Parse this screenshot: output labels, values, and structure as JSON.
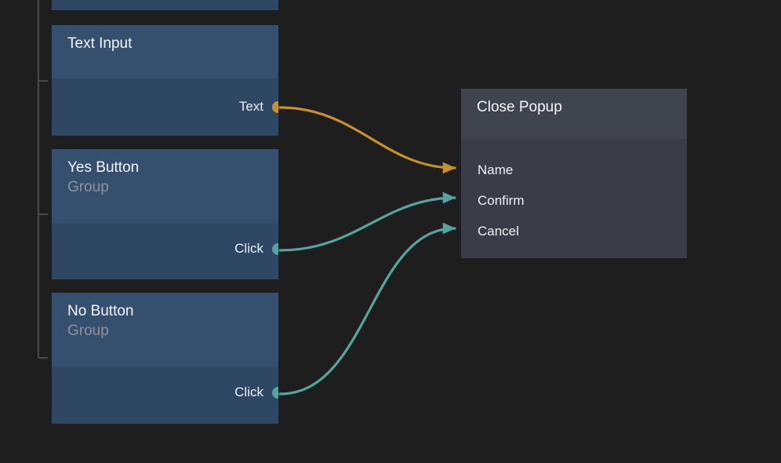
{
  "app": {
    "kind": "node-graph-editor",
    "background_color": "#1e1e1e"
  },
  "palette": {
    "canvas": "#1e1e1e",
    "node_blue_header": "#35506e",
    "node_blue_body": "#2e4762",
    "node_gray_header": "#40444f",
    "node_gray_body": "#3a3d48",
    "edge_orange": "#c8912e",
    "edge_teal": "#57a3a0",
    "title_text": "#f2f4f6",
    "subtitle_text": "#8e9299",
    "port_text": "#eef0f2",
    "tree_line": "#4a4a4a"
  },
  "nodes": [
    {
      "id": "clipped-node",
      "title": "",
      "subtitle": "",
      "variant": "blue",
      "clipped": true
    },
    {
      "id": "text-input",
      "title": "Text Input",
      "subtitle": "",
      "variant": "blue",
      "outputs": [
        {
          "name": "Text",
          "color": "#c8912e",
          "type": "string"
        }
      ],
      "inputs": []
    },
    {
      "id": "yes-button",
      "title": "Yes Button",
      "subtitle": "Group",
      "variant": "blue",
      "outputs": [
        {
          "name": "Click",
          "color": "#57a3a0",
          "type": "signal"
        }
      ],
      "inputs": []
    },
    {
      "id": "no-button",
      "title": "No Button",
      "subtitle": "Group",
      "variant": "blue",
      "outputs": [
        {
          "name": "Click",
          "color": "#57a3a0",
          "type": "signal"
        }
      ],
      "inputs": []
    },
    {
      "id": "close-popup",
      "title": "Close Popup",
      "subtitle": "",
      "variant": "gray",
      "inputs": [
        {
          "name": "Name",
          "color": "#c8912e",
          "type": "string"
        },
        {
          "name": "Confirm",
          "color": "#57a3a0",
          "type": "signal"
        },
        {
          "name": "Cancel",
          "color": "#57a3a0",
          "type": "signal"
        }
      ],
      "outputs": []
    }
  ],
  "edges": [
    {
      "id": "edge-text-to-name",
      "from_node": "text-input",
      "from_port": "Text",
      "to_node": "close-popup",
      "to_port": "Name",
      "color": "#c8912e"
    },
    {
      "id": "edge-yesclick-to-confirm",
      "from_node": "yes-button",
      "from_port": "Click",
      "to_node": "close-popup",
      "to_port": "Confirm",
      "color": "#57a3a0"
    },
    {
      "id": "edge-noclick-to-cancel",
      "from_node": "no-button",
      "from_port": "Click",
      "to_node": "close-popup",
      "to_port": "Cancel",
      "color": "#57a3a0"
    }
  ]
}
